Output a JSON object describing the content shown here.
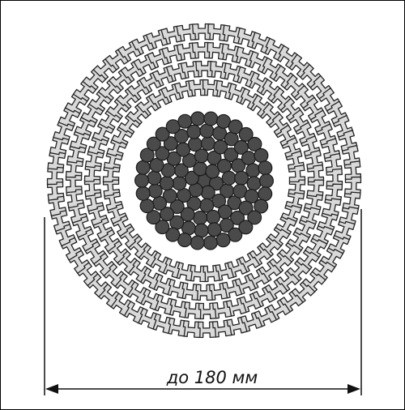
{
  "figure": {
    "dimension_label": "до 180 мм",
    "description_visible": false
  },
  "colors": {
    "background": "#ffffff",
    "wire_dark": "#4a4a4a",
    "wire_stroke": "#1a1a1a",
    "profile_fill": "#d9d9d9",
    "profile_stroke": "#222222",
    "line": "#111111"
  },
  "cable": {
    "round_wire_layers": [
      1,
      6,
      12,
      18,
      24,
      30
    ],
    "shaped_wire_layers": [
      44,
      50,
      56,
      62
    ]
  }
}
